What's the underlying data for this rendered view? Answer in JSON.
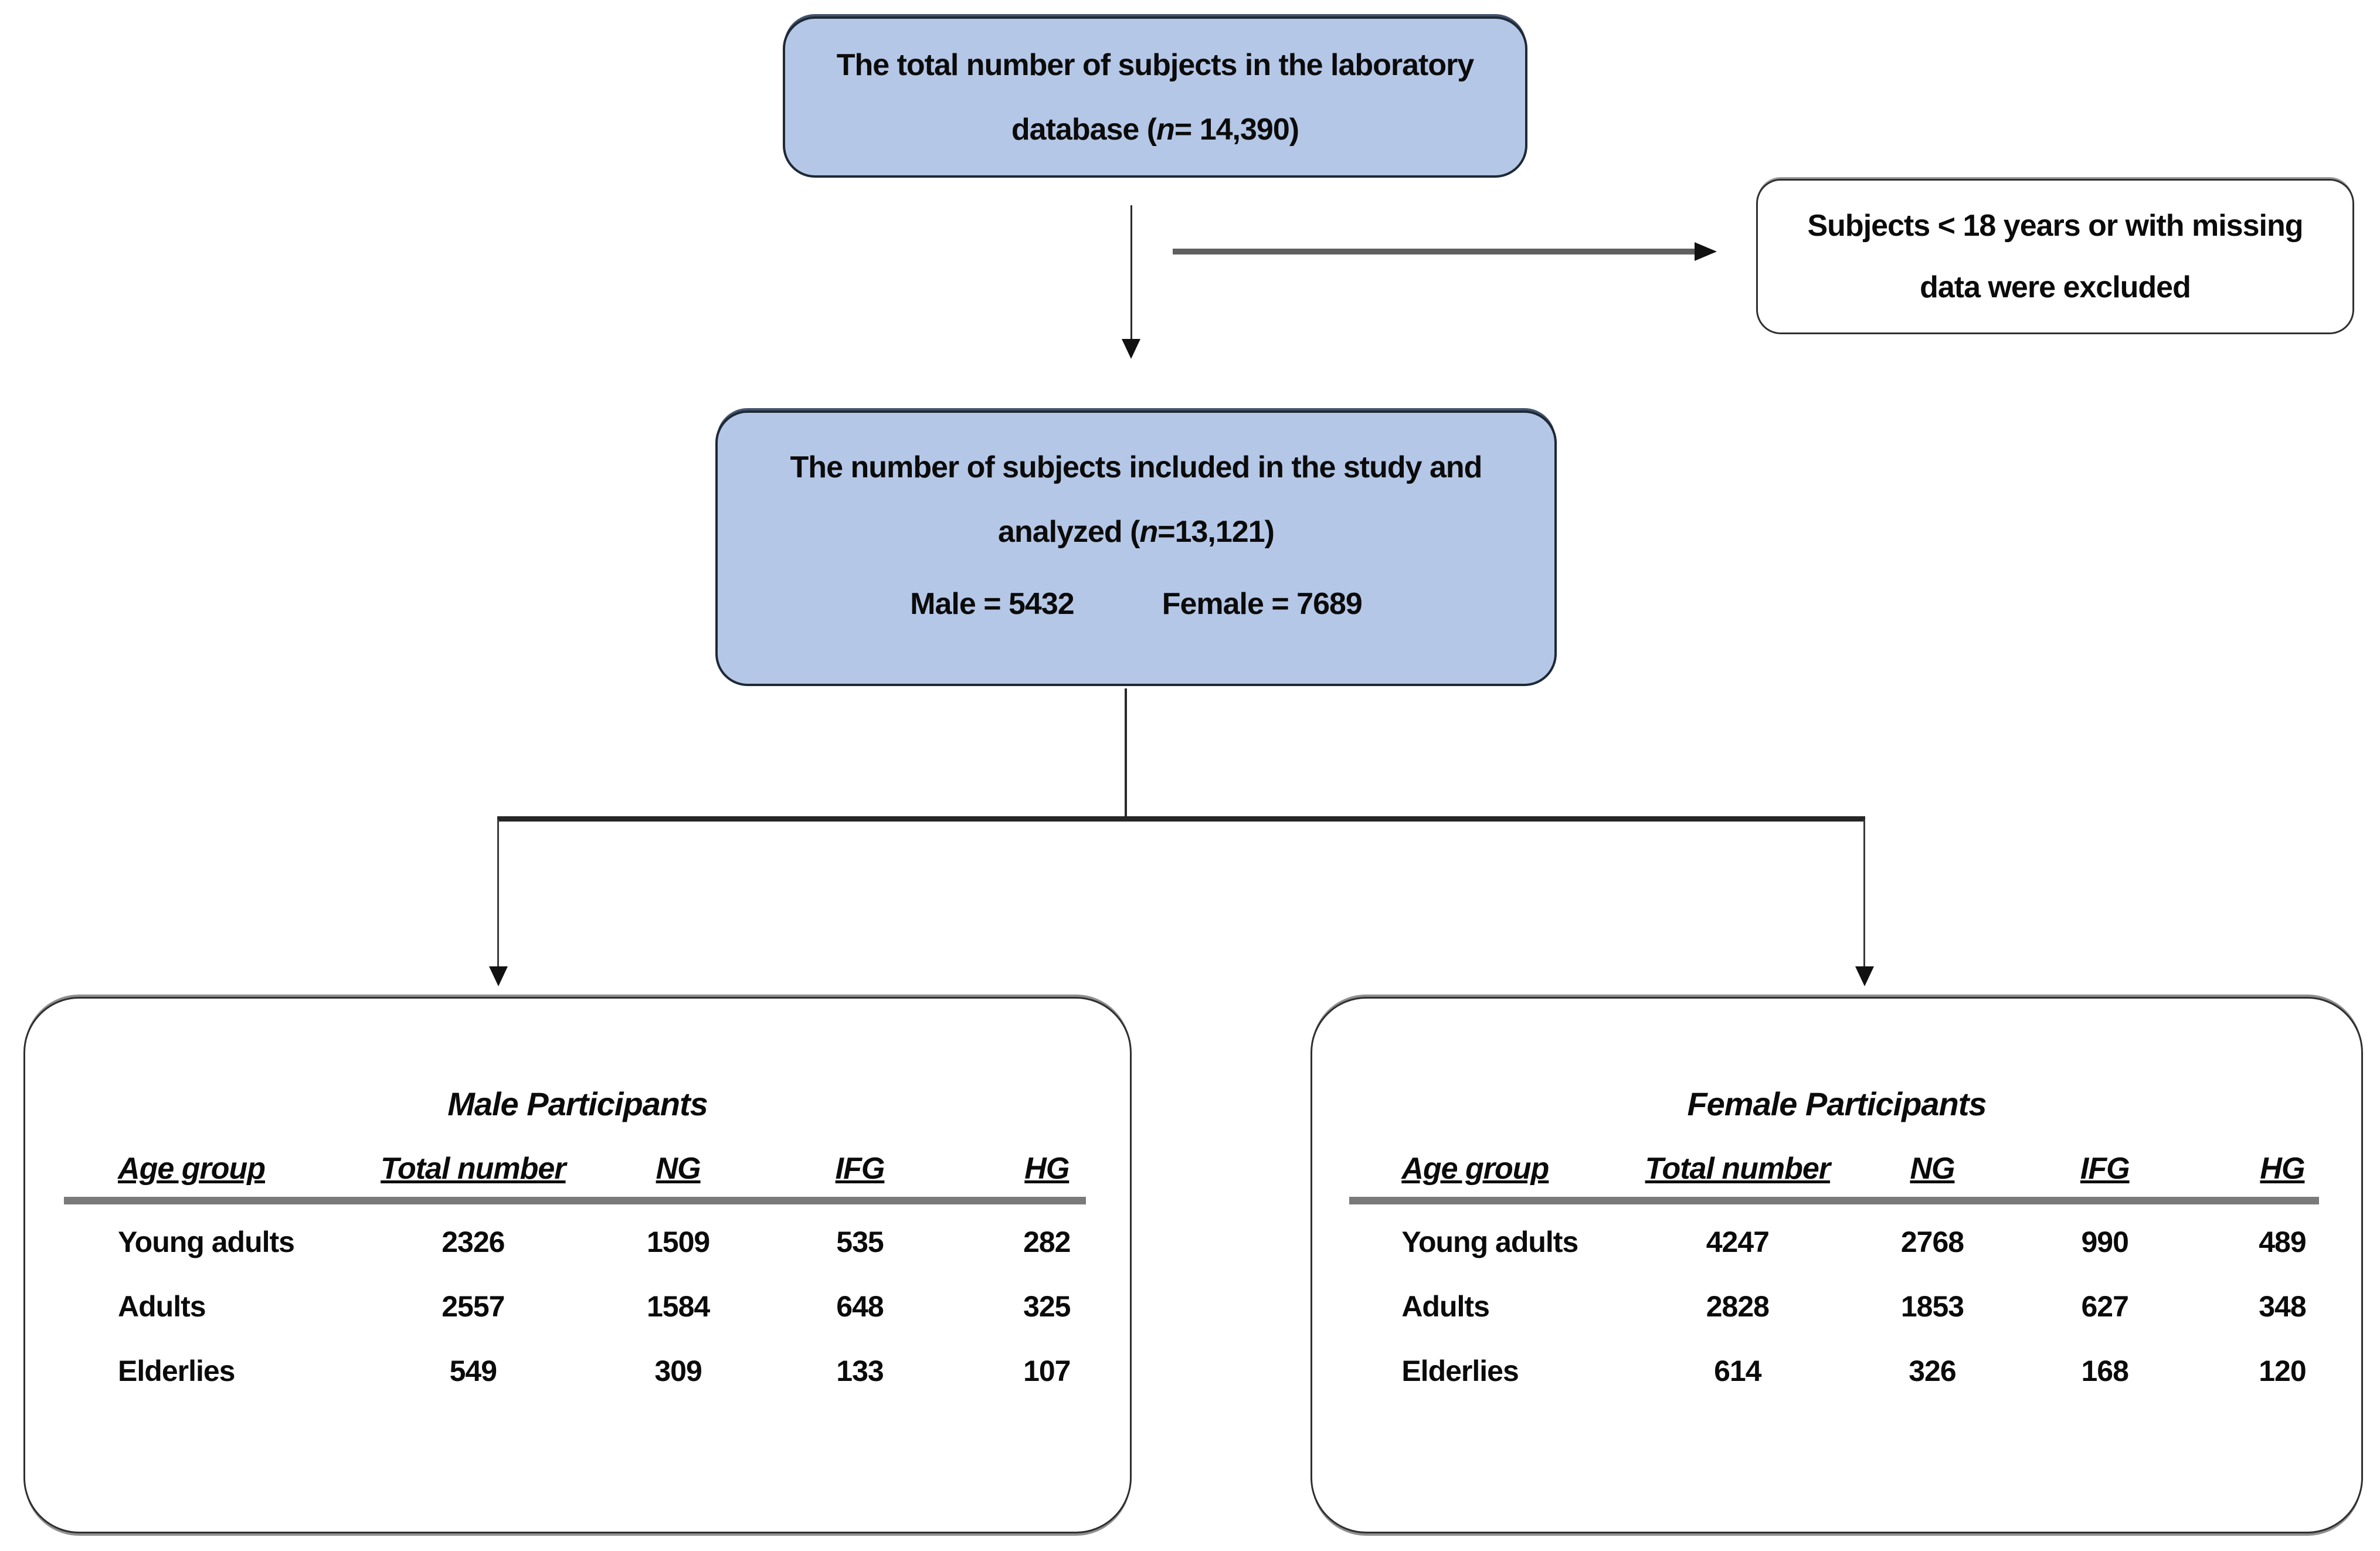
{
  "diagram": {
    "box_total": {
      "text_prefix": "The total number of subjects in the laboratory database (",
      "n_label": "n",
      "text_suffix": "= 14,390)"
    },
    "box_excluded": {
      "text": "Subjects < 18 years or with missing data were excluded"
    },
    "box_included": {
      "text_prefix": "The number of subjects included in the study and analyzed (",
      "n_label": "n",
      "text_suffix": "=13,121)",
      "male_count_label": "Male = 5432",
      "female_count_label": "Female = 7689"
    },
    "male_table": {
      "title": "Male Participants",
      "headers": [
        "Age group",
        "Total number",
        "NG",
        "IFG",
        "HG"
      ],
      "rows": [
        [
          "Young adults",
          "2326",
          "1509",
          "535",
          "282"
        ],
        [
          "Adults",
          "2557",
          "1584",
          "648",
          "325"
        ],
        [
          "Elderlies",
          "549",
          "309",
          "133",
          "107"
        ]
      ]
    },
    "female_table": {
      "title": "Female Participants",
      "headers": [
        "Age group",
        "Total number",
        "NG",
        "IFG",
        "HG"
      ],
      "rows": [
        [
          "Young adults",
          "4247",
          "2768",
          "990",
          "489"
        ],
        [
          "Adults",
          "2828",
          "1853",
          "627",
          "348"
        ],
        [
          "Elderlies",
          "614",
          "326",
          "168",
          "120"
        ]
      ]
    },
    "colors": {
      "box_fill": "#b5c7e6",
      "box_border": "#1e2936",
      "white_box_border": "#2f2f2f",
      "header_rule_gray": "#7a7a7a",
      "exclusion_arrow_gray": "#5f5f5f",
      "connector_black": "#262626"
    }
  }
}
